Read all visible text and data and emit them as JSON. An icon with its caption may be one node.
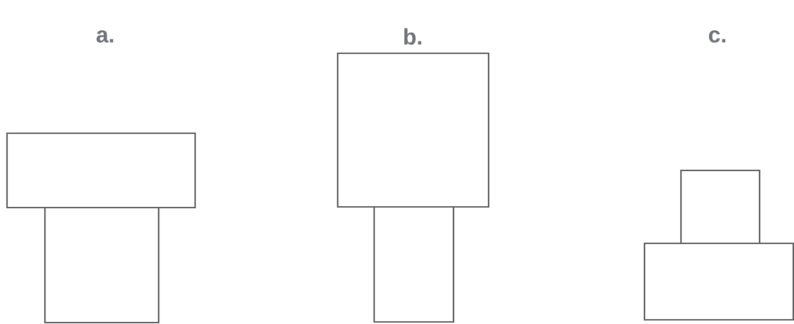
{
  "diagram": {
    "labels": [
      "a.",
      "b.",
      "c."
    ]
  }
}
